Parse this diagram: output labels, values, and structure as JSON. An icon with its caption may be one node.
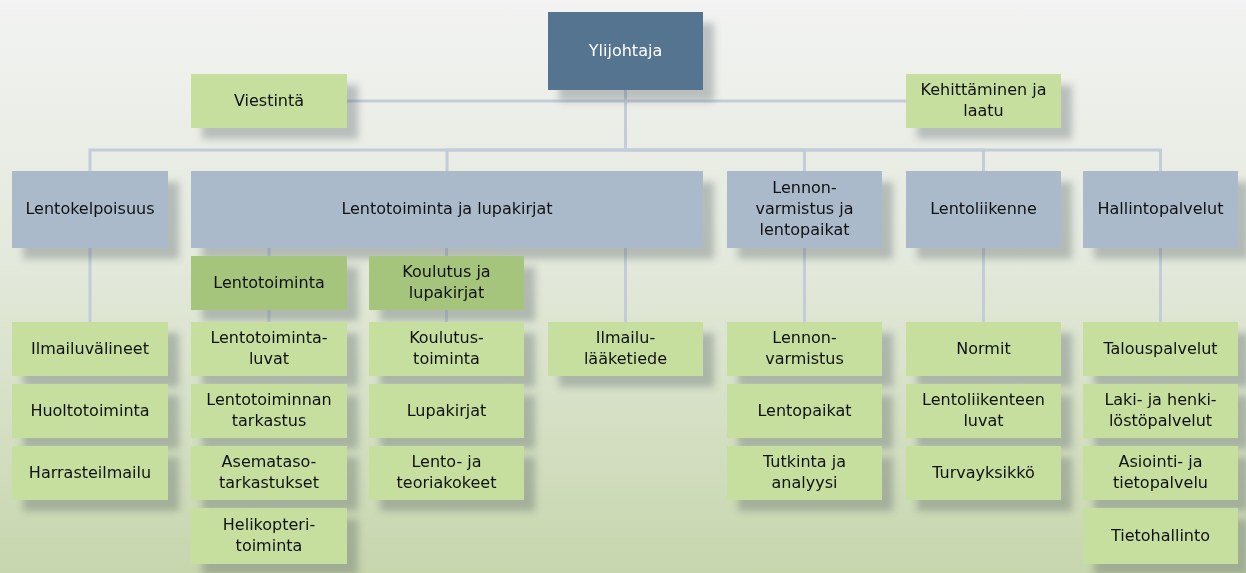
{
  "diagram": {
    "nodes": [
      {
        "text": [
          "Ylijohtaja"
        ]
      },
      {
        "text": [
          "Viestintä"
        ]
      },
      {
        "text": [
          "Kehittäminen ja laatu"
        ]
      },
      {
        "text": [
          "Lentokelpoisuus"
        ]
      },
      {
        "text": [
          "Lentotoiminta ja lupakirjat"
        ]
      },
      {
        "text": [
          "Lennon-varmistus ja lentopaikat"
        ]
      },
      {
        "text": [
          "Lentoliikenne"
        ]
      },
      {
        "text": [
          "Hallintopalvelut"
        ]
      },
      {
        "text": [
          "Ilmailuvälineet"
        ]
      },
      {
        "text": [
          "Huoltotoiminta"
        ]
      },
      {
        "text": [
          "Harrasteilmailu"
        ]
      },
      {
        "text": [
          "Lentotoiminta"
        ]
      },
      {
        "text": [
          "Lentotoiminta-luvat"
        ]
      },
      {
        "text": [
          "Lentotoiminnan tarkastus"
        ]
      },
      {
        "text": [
          "Asemataso-tarkastukset"
        ]
      },
      {
        "text": [
          "Helikopteri-toiminta"
        ]
      },
      {
        "text": [
          "Koulutus ja lupakirjat"
        ]
      },
      {
        "text": [
          "Koulutus-toiminta"
        ]
      },
      {
        "text": [
          "Lupakirjat"
        ]
      },
      {
        "text": [
          "Lento- ja teoriakokeet"
        ]
      },
      {
        "text": [
          "Ilmailu-lääketiede"
        ]
      },
      {
        "text": [
          "Lennon-varmistus"
        ]
      },
      {
        "text": [
          "Lentopaikat"
        ]
      },
      {
        "text": [
          "Tutkinta ja analyysi"
        ]
      },
      {
        "text": [
          "Normit"
        ]
      },
      {
        "text": [
          "Lentoliikenteen luvat"
        ]
      },
      {
        "text": [
          "Turvayksikkö"
        ]
      },
      {
        "text": [
          "Talouspalvelut"
        ]
      },
      {
        "text": [
          "Laki- ja henki-löstöpalvelut"
        ]
      },
      {
        "text": [
          "Asiointi- ja tietopalvelu"
        ]
      },
      {
        "text": [
          "Tietohallinto"
        ]
      }
    ],
    "edges": [
      {
        "from": 0,
        "to": 1,
        "arrow": "none"
      },
      {
        "from": 0,
        "to": 2,
        "arrow": "none"
      },
      {
        "from": 0,
        "to": 3,
        "arrow": "none"
      },
      {
        "from": 0,
        "to": 4,
        "arrow": "none"
      },
      {
        "from": 0,
        "to": 5,
        "arrow": "none"
      },
      {
        "from": 0,
        "to": 6,
        "arrow": "none"
      },
      {
        "from": 0,
        "to": 7,
        "arrow": "none"
      },
      {
        "from": 3,
        "to": 8,
        "arrow": "none"
      },
      {
        "from": 4,
        "to": 11,
        "arrow": "none"
      },
      {
        "from": 11,
        "to": 12,
        "arrow": "none"
      },
      {
        "from": 4,
        "to": 16,
        "arrow": "none"
      },
      {
        "from": 16,
        "to": 17,
        "arrow": "none"
      },
      {
        "from": 4,
        "to": 20,
        "arrow": "none"
      },
      {
        "from": 5,
        "to": 21,
        "arrow": "none"
      },
      {
        "from": 6,
        "to": 24,
        "arrow": "none"
      },
      {
        "from": 7,
        "to": 27,
        "arrow": "none"
      }
    ]
  }
}
